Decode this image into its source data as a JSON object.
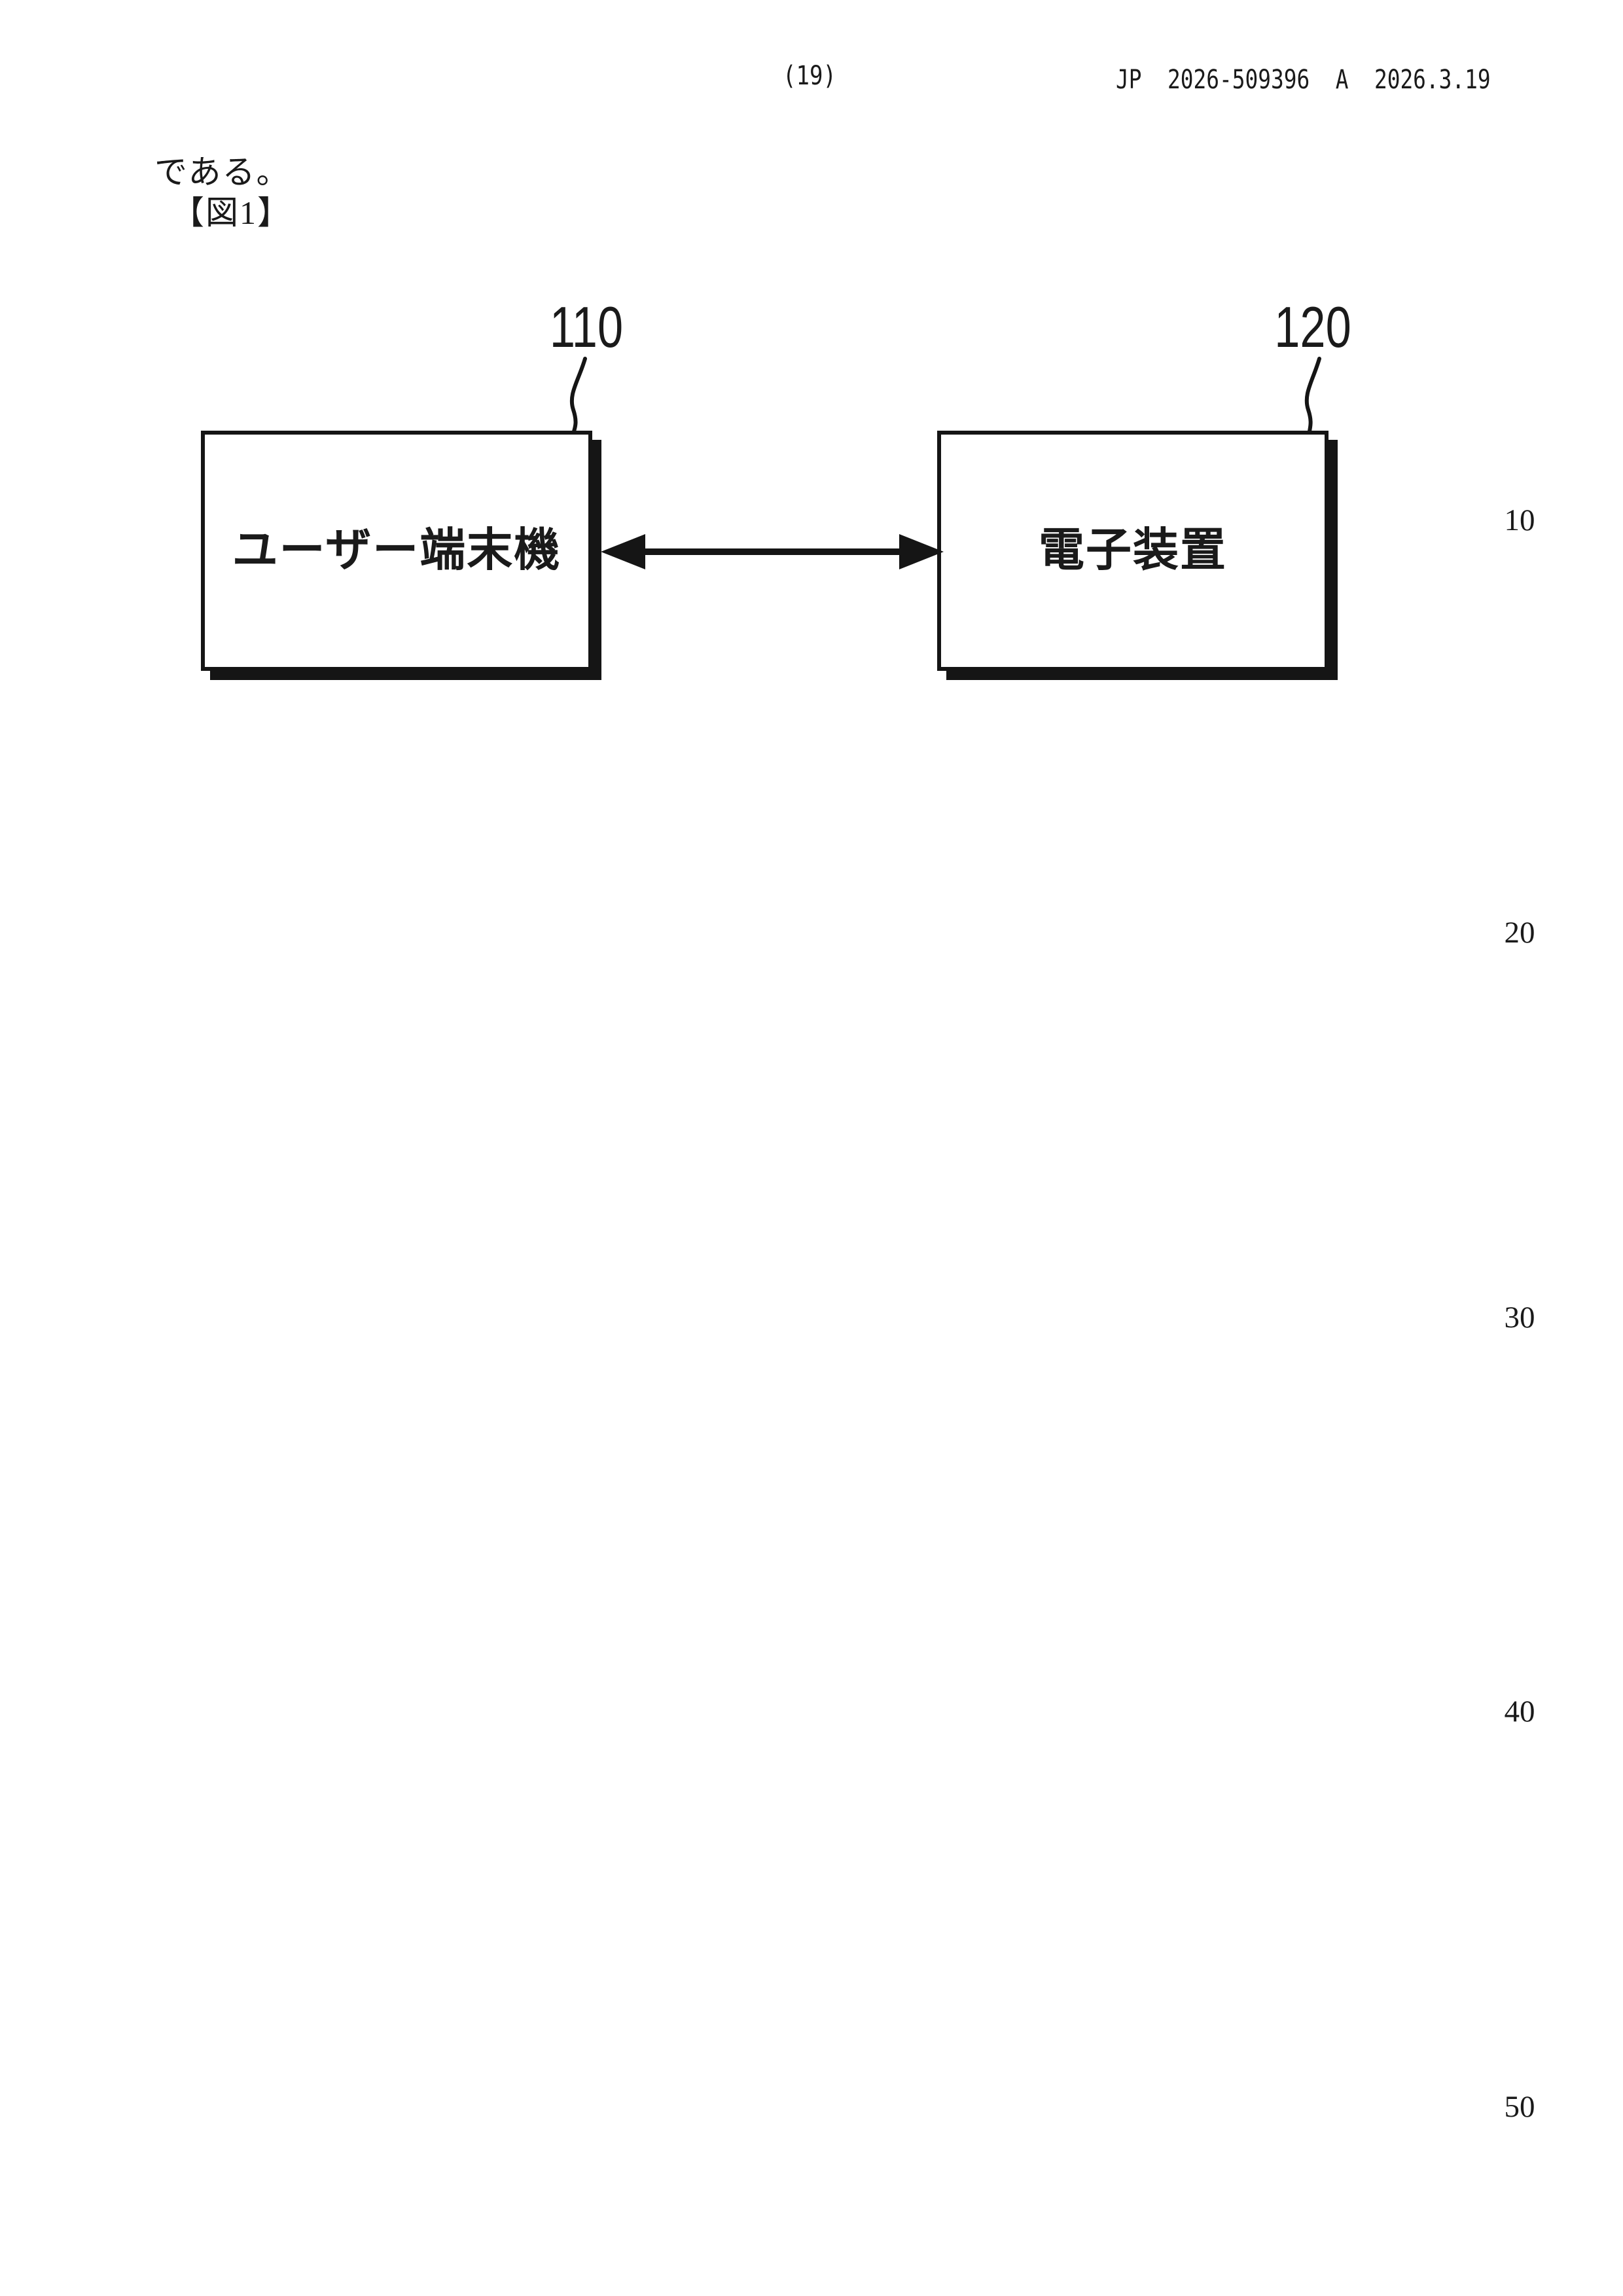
{
  "header": {
    "page_number": "(19)",
    "publication_line": "JP  2026-509396  A  2026.3.19"
  },
  "body": {
    "trailing_text": "である。",
    "figure_label": "【図1】"
  },
  "figure": {
    "boxes": [
      {
        "ref": "110",
        "label": "ユーザー端末機"
      },
      {
        "ref": "120",
        "label": "電子装置"
      }
    ],
    "connector": "bidirectional-arrow"
  },
  "margin_line_numbers": [
    "10",
    "20",
    "30",
    "40",
    "50"
  ],
  "colors": {
    "ink": "#1a1a1a",
    "paper": "#ffffff"
  }
}
